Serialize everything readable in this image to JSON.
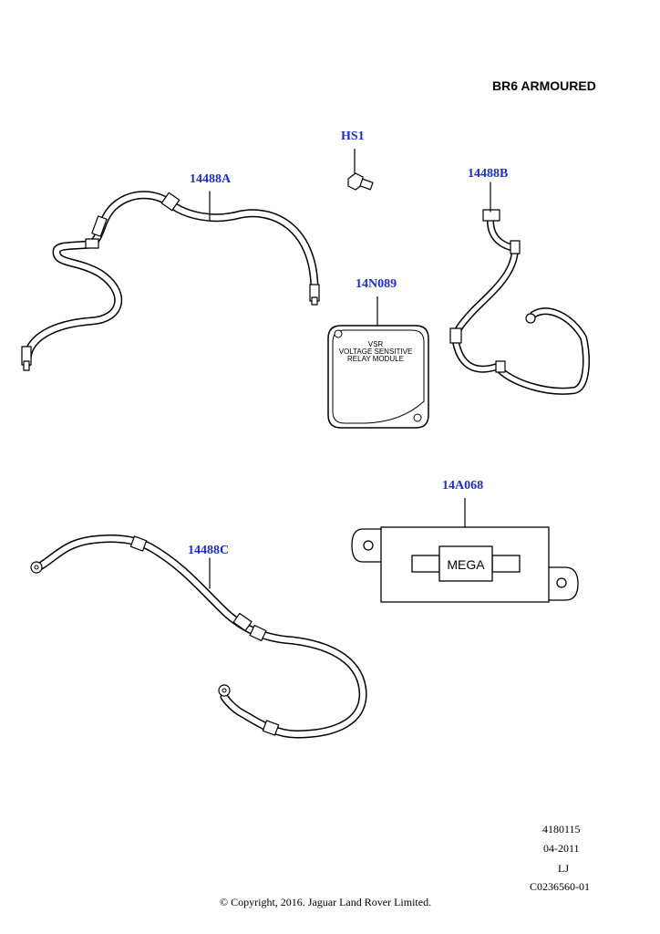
{
  "title": "BR6 ARMOURED",
  "callouts": {
    "c14488A": "14488A",
    "hs1": "HS1",
    "c14488B": "14488B",
    "c14N089": "14N089",
    "c14A068": "14A068",
    "c14488C": "14488C"
  },
  "vsr_module": {
    "line1": "VSR",
    "line2": "VOLTAGE SENSITIVE",
    "line3": "RELAY MODULE"
  },
  "mega_fuse": {
    "label": "MEGA"
  },
  "footer": {
    "code": "4180115",
    "date": "04-2011",
    "initials": "LJ",
    "ref": "C0236560-01",
    "copyright": "© Copyright, 2016. Jaguar Land Rover Limited."
  },
  "colors": {
    "callout": "#1a2bd8",
    "line": "#000000",
    "background": "#ffffff"
  }
}
